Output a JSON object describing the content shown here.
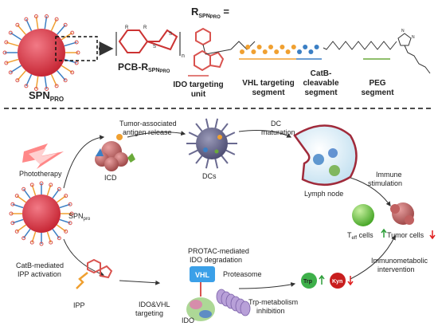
{
  "top": {
    "spn_label": "SPN",
    "spn_sub": "PRO",
    "pcb_label": "PCB-R",
    "pcb_sub": "SPN",
    "pcb_subsub": "PRO",
    "r_title": "R",
    "r_title_sub": "SPN",
    "r_title_subsub": "PRO",
    "r_title_eq": " =",
    "segments": [
      {
        "line1": "IDO targeting",
        "line2": "unit",
        "color": "#d9534f"
      },
      {
        "line1": "VHL targeting",
        "line2": "segment",
        "color": "#f0a030"
      },
      {
        "line1": "CatB-",
        "line2": "cleavable",
        "line3": "segment",
        "color": "#3b7fc4"
      },
      {
        "line1": "PEG",
        "line2": "segment",
        "color": "#6aaa3a"
      }
    ],
    "polymer_bracket_n": "n"
  },
  "bottom": {
    "phototherapy": "Phototherapy",
    "icd": "ICD",
    "tumor_release_1": "Tumor-associated",
    "tumor_release_2": "antigen release",
    "dcs": "DCs",
    "dc_maturation_1": "DC",
    "dc_maturation_2": "maturation",
    "lymph_node": "Lymph node",
    "immune_1": "Immune",
    "immune_2": "stimulation",
    "spn_label": "SPN",
    "spn_sub": "pro",
    "teff": "T",
    "teff_sub": "eff",
    "teff_suffix": " cells",
    "tumor_cells": "Tumor cells",
    "catb_1": "CatB-mediated",
    "catb_2": "IPP activation",
    "ipp": "IPP",
    "protac_1": "PROTAC-mediated",
    "protac_2": "IDO degradation",
    "vhl": "VHL",
    "proteasome": "Proteasome",
    "ido": "IDO",
    "ido_vhl_1": "IDO&VHL",
    "ido_vhl_2": "targeting",
    "trp_inhib_1": "Trp-metabolism",
    "trp_inhib_2": "inhibition",
    "trp": "Trp",
    "kyn": "Kyn",
    "immunometabolic_1": "Immunometabolic",
    "immunometabolic_2": "intervention"
  },
  "colors": {
    "nanoparticle": "#d9394a",
    "ido_red": "#d9534f",
    "vhl_orange": "#f0a030",
    "catb_blue": "#3b7fc4",
    "peg_green": "#6aaa3a",
    "up_arrow": "#2e9e3a",
    "down_arrow": "#e02020"
  }
}
